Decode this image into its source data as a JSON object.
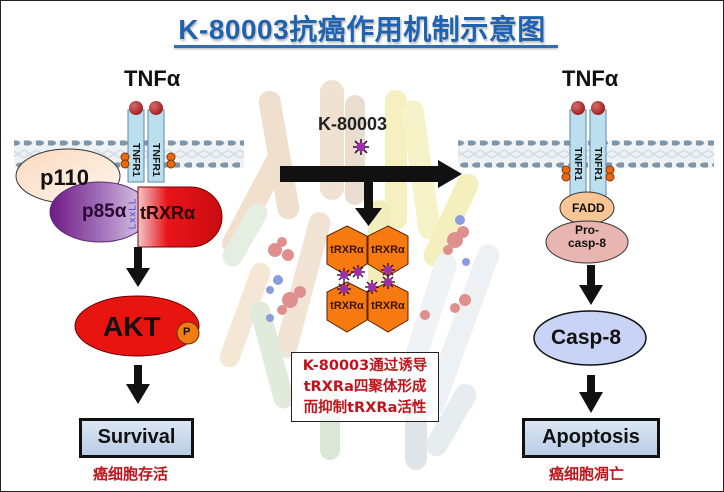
{
  "title": "K-80003抗癌作用机制示意图",
  "colors": {
    "title_blue": "#1f63b0",
    "annotation_red": "#c0141c",
    "akt_red": "#e8140f",
    "trxra_orange": "#f77a11",
    "casp8_lavender": "#c9d3f5",
    "fadd_peach": "#f9c594",
    "procasp_pink": "#e8b5b0",
    "receptor_blue": "#bcdff0",
    "ligand_red": "#b73030",
    "drug_purple": "#9a2fa8"
  },
  "left_pathway": {
    "ligand_label": "TNFα",
    "receptor_labels": [
      "TNFR1",
      "TNFR1"
    ],
    "phospho_icon": "phosphate-icon",
    "complex": {
      "p110": "p110",
      "p85a": "p85α",
      "motif": "LxxLL",
      "trxra": "tRXRα"
    },
    "akt": {
      "label": "AKT",
      "phospho": "P"
    },
    "outcome": {
      "label": "Survival",
      "cn": "癌细胞存活"
    }
  },
  "center": {
    "drug_label": "K-80003",
    "drug_icon": "star-molecule-icon",
    "tetramer_labels": [
      "tRXRα",
      "tRXRα",
      "tRXRα",
      "tRXRα"
    ],
    "note_lines": [
      "K-80003通过诱导",
      "tRXRa四聚体形成",
      "而抑制tRXRa活性"
    ]
  },
  "right_pathway": {
    "ligand_label": "TNFα",
    "receptor_labels": [
      "TNFR1",
      "TNFR1"
    ],
    "fadd": "FADD",
    "procasp8_lines": [
      "Pro-",
      "casp-8"
    ],
    "casp8": "Casp-8",
    "outcome": {
      "label": "Apoptosis",
      "cn": "癌细胞凋亡"
    }
  }
}
